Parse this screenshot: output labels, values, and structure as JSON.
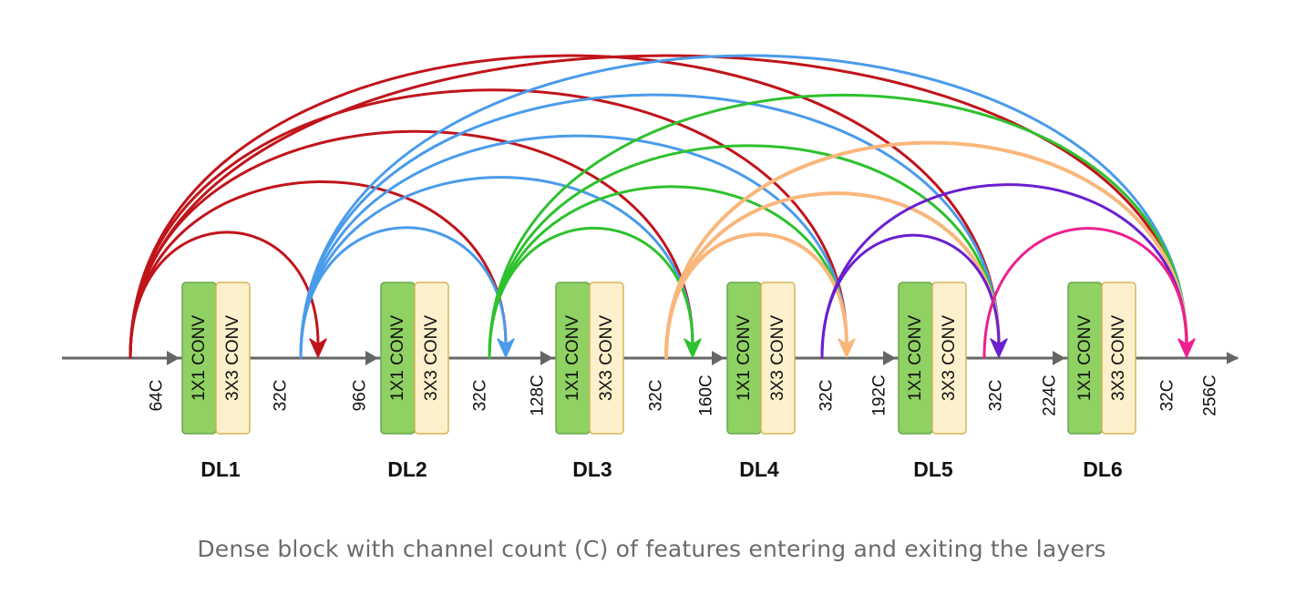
{
  "caption": "Dense block with channel count (C) of features entering and exiting the layers",
  "layers": [
    {
      "label": "DL1",
      "conv1": "1X1 CONV",
      "conv2": "3X3 CONV",
      "in": "64C",
      "out": "32C"
    },
    {
      "label": "DL2",
      "conv1": "1X1 CONV",
      "conv2": "3X3 CONV",
      "in": "96C",
      "out": "32C"
    },
    {
      "label": "DL3",
      "conv1": "1X1 CONV",
      "conv2": "3X3 CONV",
      "in": "128C",
      "out": "32C"
    },
    {
      "label": "DL4",
      "conv1": "1X1 CONV",
      "conv2": "3X3 CONV",
      "in": "160C",
      "out": "32C"
    },
    {
      "label": "DL5",
      "conv1": "1X1 CONV",
      "conv2": "3X3 CONV",
      "in": "192C",
      "out": "32C"
    },
    {
      "label": "DL6",
      "conv1": "1X1 CONV",
      "conv2": "3X3 CONV",
      "in": "224C",
      "out": "32C"
    }
  ],
  "final_output": "256C",
  "colors": {
    "conv1_fill": "#8fd162",
    "conv1_stroke": "#6aa84f",
    "conv2_fill": "#fdf0cc",
    "conv2_stroke": "#d6b656",
    "main_arrow": "#666666",
    "conn_input": "#c0141b",
    "conn_dl1": "#4a9bea",
    "conn_dl2": "#2ec12e",
    "conn_dl3": "#f9b77c",
    "conn_dl4": "#6a1fd0",
    "conn_dl5": "#ee1f8e"
  }
}
